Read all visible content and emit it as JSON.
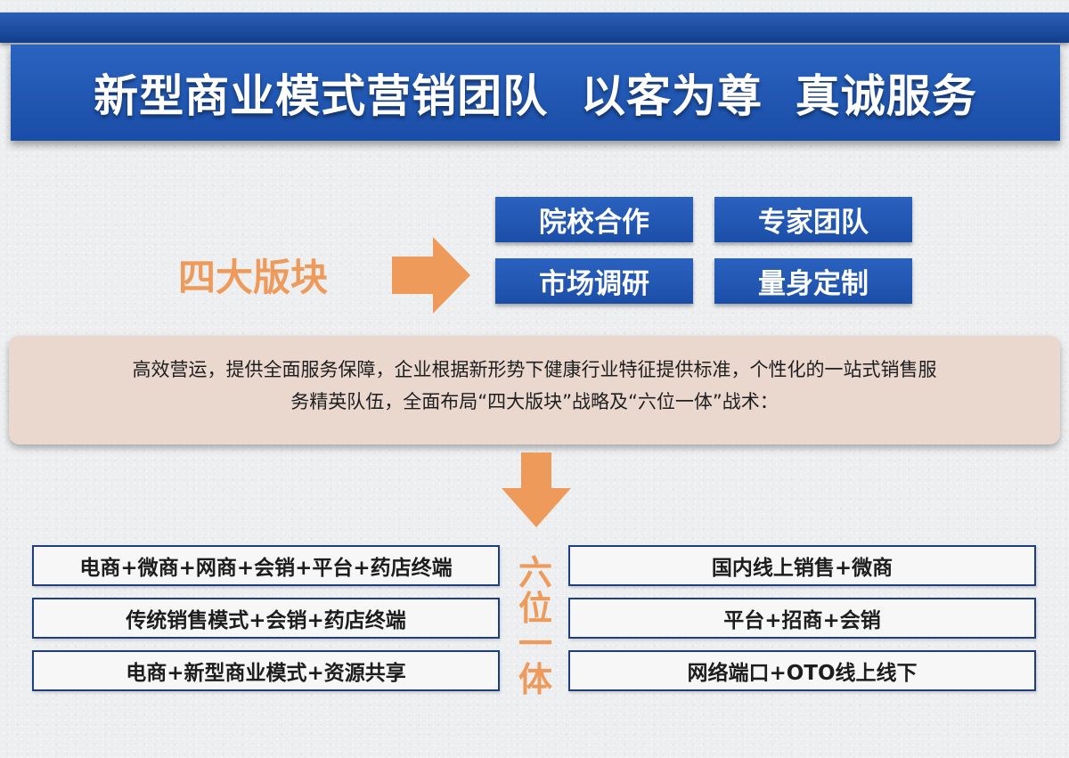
{
  "header": {
    "title": "新型商业模式营销团队  以客为尊  真诚服务"
  },
  "four_blocks": {
    "label": "四大版块",
    "tags": [
      "院校合作",
      "专家团队",
      "市场调研",
      "量身定制"
    ]
  },
  "intro": {
    "line1": "高效营运，提供全面服务保障，企业根据新形势下健康行业特征提供标准，个性化的一站式销售服",
    "line2": "务精英队伍，全面布局“四大版块”战略及“六位一体”战术："
  },
  "six_in_one": {
    "chars": [
      "六",
      "位",
      "一",
      "体"
    ],
    "left": [
      "电商+微商+网商+会销+平台+药店终端",
      "传统销售模式+会销+药店终端",
      "电商+新型商业模式+资源共享"
    ],
    "right": [
      "国内线上销售+微商",
      "平台+招商+会销",
      "网络端口+OTO线上线下"
    ]
  },
  "colors": {
    "blue": "#1f56b3",
    "orange": "#ee9a5a",
    "box_border": "#1f3e80",
    "intro_bg": "#ead8cf"
  },
  "icons": {
    "arrow_right": "arrow-right-icon",
    "arrow_down": "arrow-down-icon"
  }
}
